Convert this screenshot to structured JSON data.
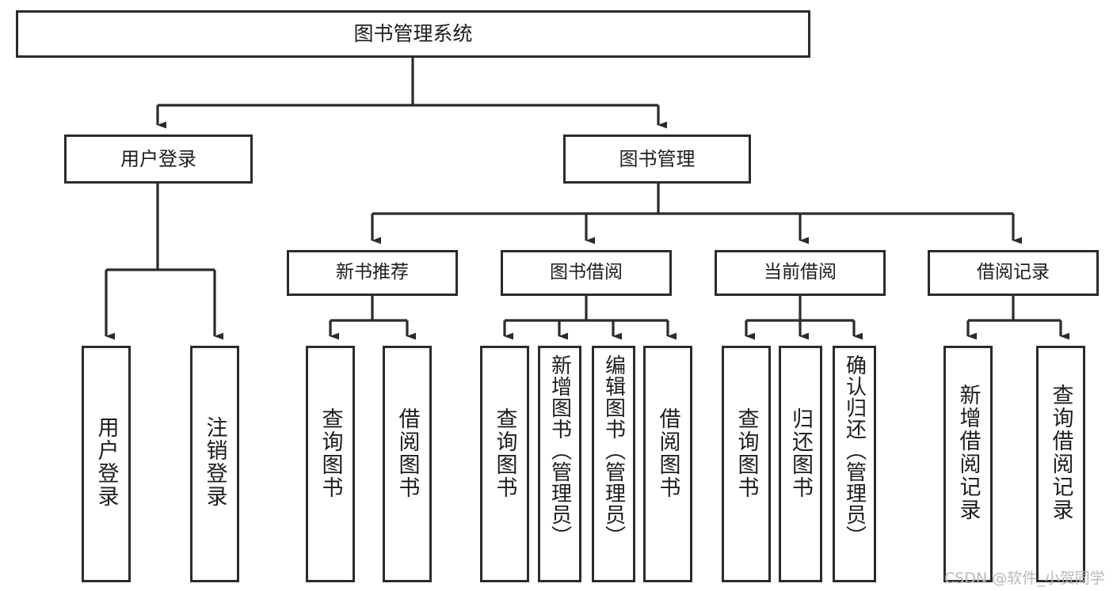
{
  "diagram": {
    "title": "图书管理系统",
    "type": "tree-hierarchy-chart",
    "style": {
      "box_border_color": "#2b2b2b",
      "box_fill_color": "#ffffff",
      "connector_color": "#2b2b2b",
      "text_color": "#1d1d1d",
      "canvas_background": "#ffffff",
      "watermark_color": "#b9b9b9"
    },
    "levels": {
      "root": {
        "label": "图书管理系统"
      },
      "level2": [
        {
          "id": "user-login",
          "label": "用户登录"
        },
        {
          "id": "book-management",
          "label": "图书管理"
        }
      ],
      "level3": [
        {
          "id": "new-book-recommend",
          "label": "新书推荐"
        },
        {
          "id": "book-borrow",
          "label": "图书借阅"
        },
        {
          "id": "current-borrow",
          "label": "当前借阅"
        },
        {
          "id": "borrow-record",
          "label": "借阅记录"
        }
      ],
      "leaves": {
        "user-login": [
          {
            "id": "leaf-user-login",
            "label": "用户登录"
          },
          {
            "id": "leaf-logout-login",
            "label": "注销登录"
          }
        ],
        "new-book-recommend": [
          {
            "id": "leaf-query-book-1",
            "label": "查询图书"
          },
          {
            "id": "leaf-borrow-book-1",
            "label": "借阅图书"
          }
        ],
        "book-borrow": [
          {
            "id": "leaf-query-book-2",
            "label": "查询图书"
          },
          {
            "id": "leaf-add-book",
            "label": "新增图书（管理员）"
          },
          {
            "id": "leaf-edit-book",
            "label": "编辑图书（管理员）"
          },
          {
            "id": "leaf-borrow-book-2",
            "label": "借阅图书"
          }
        ],
        "current-borrow": [
          {
            "id": "leaf-query-book-3",
            "label": "查询图书"
          },
          {
            "id": "leaf-return-book",
            "label": "归还图书"
          },
          {
            "id": "leaf-confirm-return",
            "label": "确认归还（管理员）"
          }
        ],
        "borrow-record": [
          {
            "id": "leaf-add-record",
            "label": "新增借阅记录"
          },
          {
            "id": "leaf-query-record",
            "label": "查询借阅记录"
          }
        ]
      }
    },
    "watermark": "CSDN @软件_小贺同学"
  }
}
